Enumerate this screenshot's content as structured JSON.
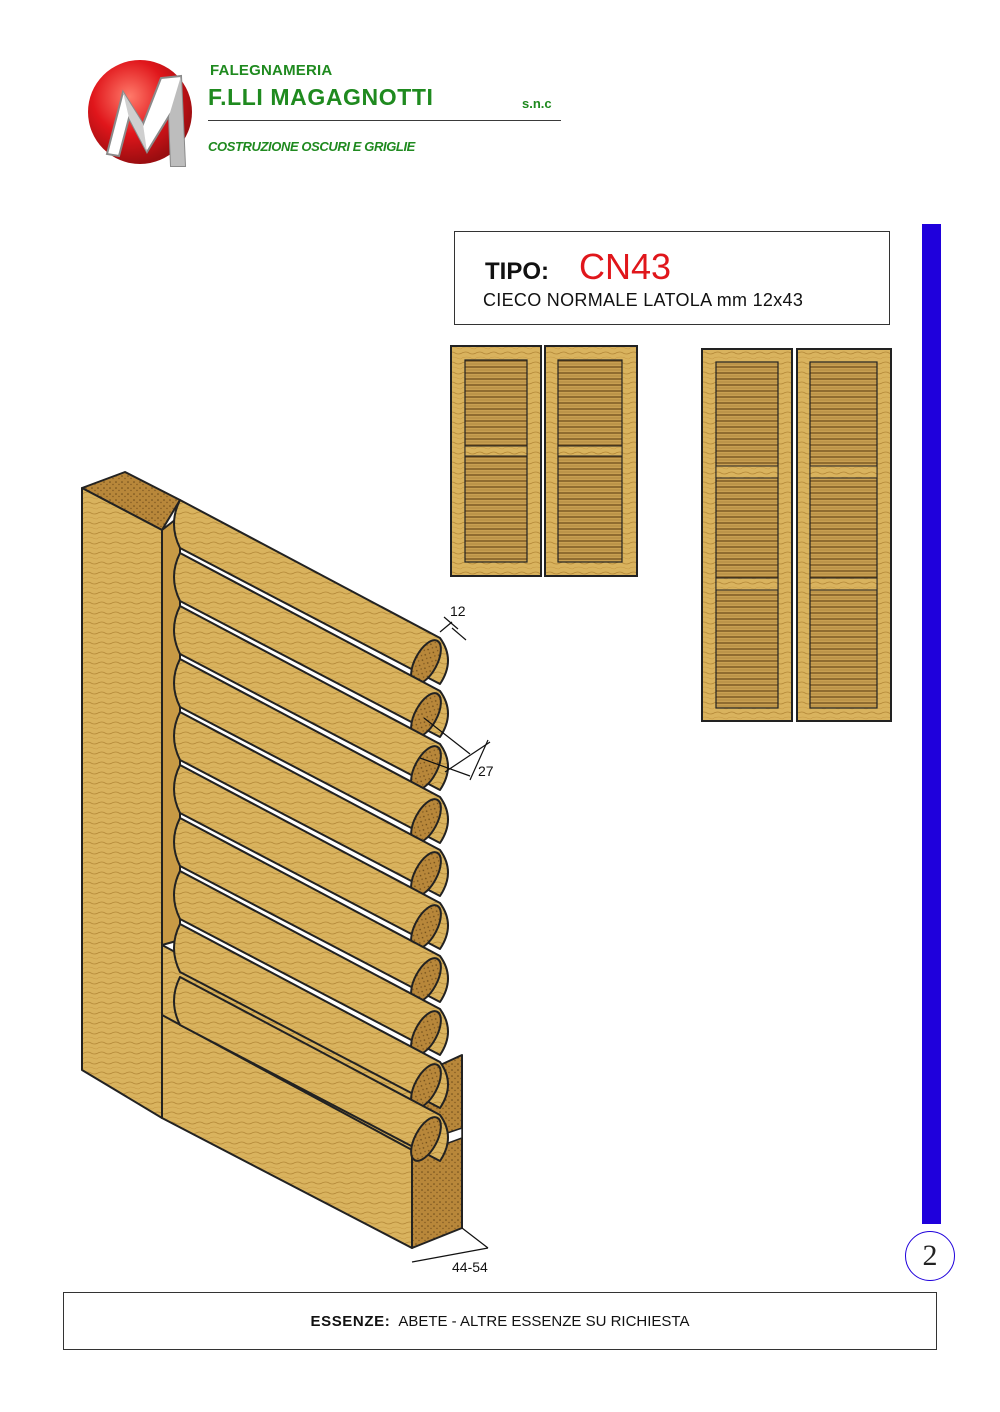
{
  "brand": {
    "line1": "FALEGNAMERIA",
    "line2": "F.LLI MAGAGNOTTI",
    "suffix": "s.n.c",
    "tagline": "COSTRUZIONE OSCURI E GRIGLIE",
    "accent_green": "#1f8a1f",
    "logo_red": "#e0161b"
  },
  "type": {
    "label": "TIPO:",
    "code": "CN43",
    "description": "CIECO NORMALE LATOLA mm 12x43"
  },
  "dimensions": {
    "slat_thickness": "12",
    "slat_spacing": "27",
    "frame_depth": "44-54"
  },
  "page_number": "2",
  "essenze": {
    "label": "ESSENZE:",
    "text": "ABETE - ALTRE ESSENZE SU RICHIESTA"
  },
  "colors": {
    "wood": "#d9b35e",
    "wood_dark": "#b48838",
    "side_bar": "#1f00dc"
  }
}
